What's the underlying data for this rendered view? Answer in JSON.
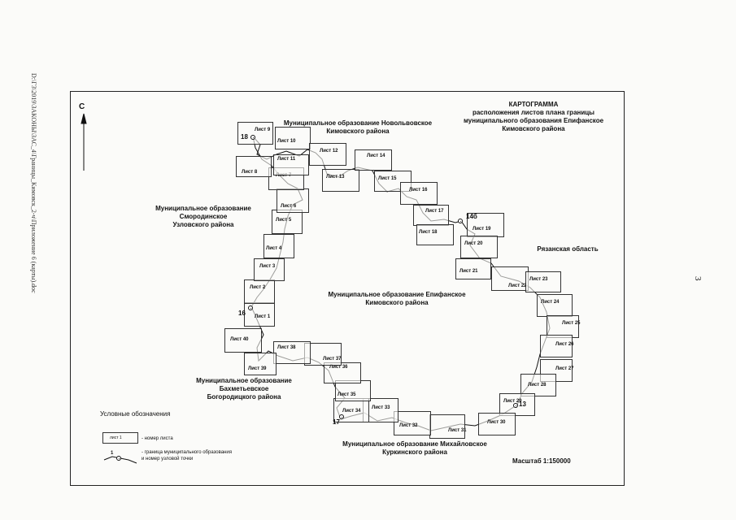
{
  "sidebar": {
    "path": "D:\\ГЗ\\2019\\ЗАКОНЫ\\ЗАС_4\\Границы_Кимовск_2-ч\\Приложение 6 (карты).doc"
  },
  "page_number": "3",
  "compass": {
    "label": "С"
  },
  "title": {
    "line1": "КАРТОГРАММА",
    "line2": "расположения листов плана границы",
    "line3": "муниципального образования Епифанское",
    "line4": "Кимовского района"
  },
  "regions": {
    "novolvovskoe": {
      "line1": "Муниципальное образование Новольвовское",
      "line2": "Кимовского района"
    },
    "smorodinskoe": {
      "line1": "Муниципальное образование",
      "line2": "Смородинское",
      "line3": "Узловского района"
    },
    "ryazan": {
      "line1": "Рязанская область"
    },
    "epifanskoe": {
      "line1": "Муниципальное образование Епифанское",
      "line2": "Кимовского района"
    },
    "bakhmetevskoe": {
      "line1": "Муниципальное образование",
      "line2": "Бахметьевское",
      "line3": "Богородицкого района"
    },
    "mikhaylovskoe": {
      "line1": "Муниципальное образование Михайловское",
      "line2": "Куркинского района"
    }
  },
  "sheets": [
    {
      "label": "Лист 1"
    },
    {
      "label": "Лист 2"
    },
    {
      "label": "Лист 3"
    },
    {
      "label": "Лист 4"
    },
    {
      "label": "Лист 5"
    },
    {
      "label": "Лист 6"
    },
    {
      "label": "Лист 7"
    },
    {
      "label": "Лист 8"
    },
    {
      "label": "Лист 9"
    },
    {
      "label": "Лист 10"
    },
    {
      "label": "Лист 11"
    },
    {
      "label": "Лист 12"
    },
    {
      "label": "Лист 13"
    },
    {
      "label": "Лист 14"
    },
    {
      "label": "Лист 15"
    },
    {
      "label": "Лист 16"
    },
    {
      "label": "Лист 17"
    },
    {
      "label": "Лист 18"
    },
    {
      "label": "Лист 19"
    },
    {
      "label": "Лист 20"
    },
    {
      "label": "Лист 21"
    },
    {
      "label": "Лист 22"
    },
    {
      "label": "Лист 23"
    },
    {
      "label": "Лист 24"
    },
    {
      "label": "Лист 25"
    },
    {
      "label": "Лист 26"
    },
    {
      "label": "Лист 27"
    },
    {
      "label": "Лист 28"
    },
    {
      "label": "Лист 29"
    },
    {
      "label": "Лист 30"
    },
    {
      "label": "Лист 31"
    },
    {
      "label": "Лист 32"
    },
    {
      "label": "Лист 33"
    },
    {
      "label": "Лист 34"
    },
    {
      "label": "Лист 35"
    },
    {
      "label": "Лист 36"
    },
    {
      "label": "Лист 37"
    },
    {
      "label": "Лист 38"
    },
    {
      "label": "Лист 39"
    },
    {
      "label": "Лист 40"
    }
  ],
  "nodes": [
    {
      "label": "13"
    },
    {
      "label": "14б"
    },
    {
      "label": "16"
    },
    {
      "label": "17"
    },
    {
      "label": "18"
    }
  ],
  "legend": {
    "title": "Условные обозначения",
    "sheet_sample": "лист 1",
    "sheet_desc": "- номер листа",
    "node_sample": "1",
    "border_desc_1": "- граница муниципального образования",
    "border_desc_2": "и номер узловой точки"
  },
  "scale": "Масштаб 1:150000",
  "colors": {
    "line": "#111111",
    "paper": "#fbfbf9"
  }
}
